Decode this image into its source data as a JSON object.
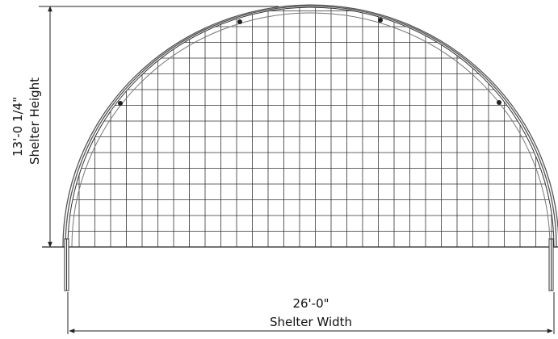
{
  "dimensions": {
    "height_value": "13'-0 1/4\"",
    "height_label": "Shelter Height",
    "width_value": "26'-0\"",
    "width_label": "Shelter Width"
  },
  "colors": {
    "line": "#222222",
    "frame": "#555555",
    "grid": "#333333"
  }
}
